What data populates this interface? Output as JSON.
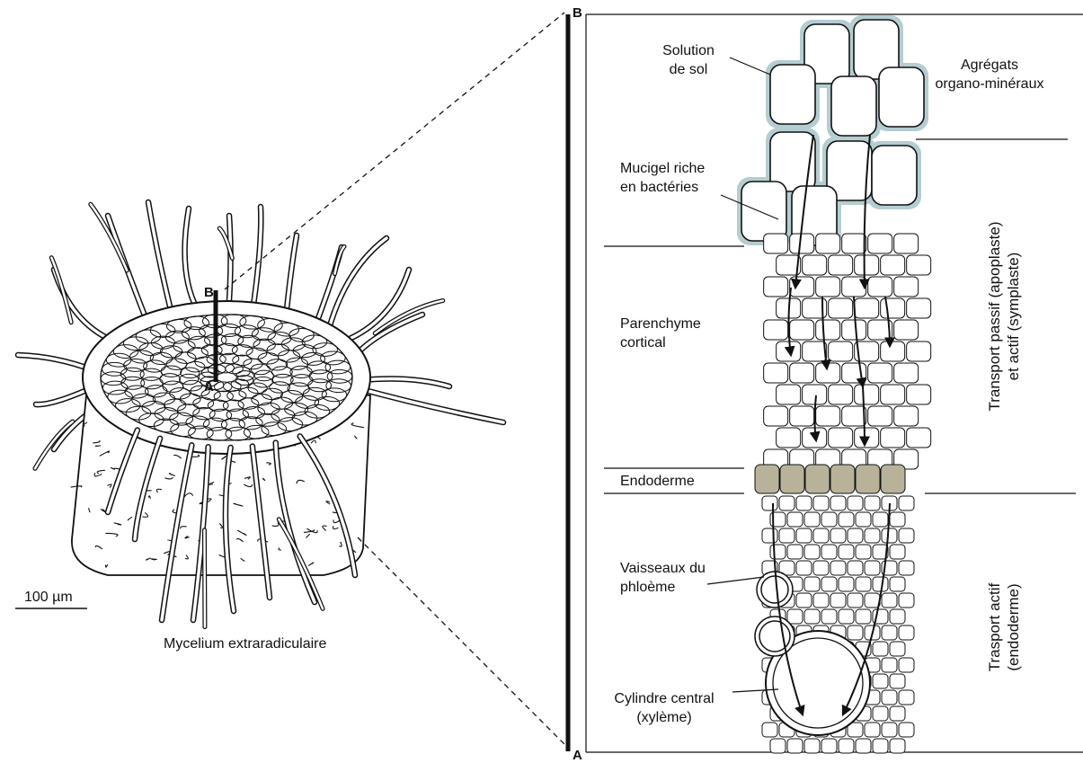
{
  "root_section": {
    "label_b": "B",
    "label_a": "A",
    "scale_label": "100 µm",
    "mycelium_label": "Mycelium extraradiculaire"
  },
  "detail_panel": {
    "label_b": "B",
    "label_a": "A",
    "labels": {
      "solution_line1": "Solution",
      "solution_line2": "de sol",
      "mucigel_line1": "Mucigel riche",
      "mucigel_line2": "en bactéries",
      "parenchyme_line1": "Parenchyme",
      "parenchyme_line2": "cortical",
      "endoderme": "Endoderme",
      "vaisseaux_line1": "Vaisseaux du",
      "vaisseaux_line2": "phloème",
      "cylindre_line1": "Cylindre central",
      "cylindre_line2": "(xylème)"
    },
    "zones": {
      "agregats_line1": "Agrégats",
      "agregats_line2": "organo-minéraux",
      "transport_passif_line1": "Transport passif (apoplaste)",
      "transport_passif_line2": "et actif (symplaste)",
      "transport_actif_line1": "Trasport actif",
      "transport_actif_line2": "(endoderme)"
    }
  },
  "colors": {
    "ink": "#111111",
    "soil_solution": "#b4cdd1",
    "endodermis": "#b8b29a"
  }
}
